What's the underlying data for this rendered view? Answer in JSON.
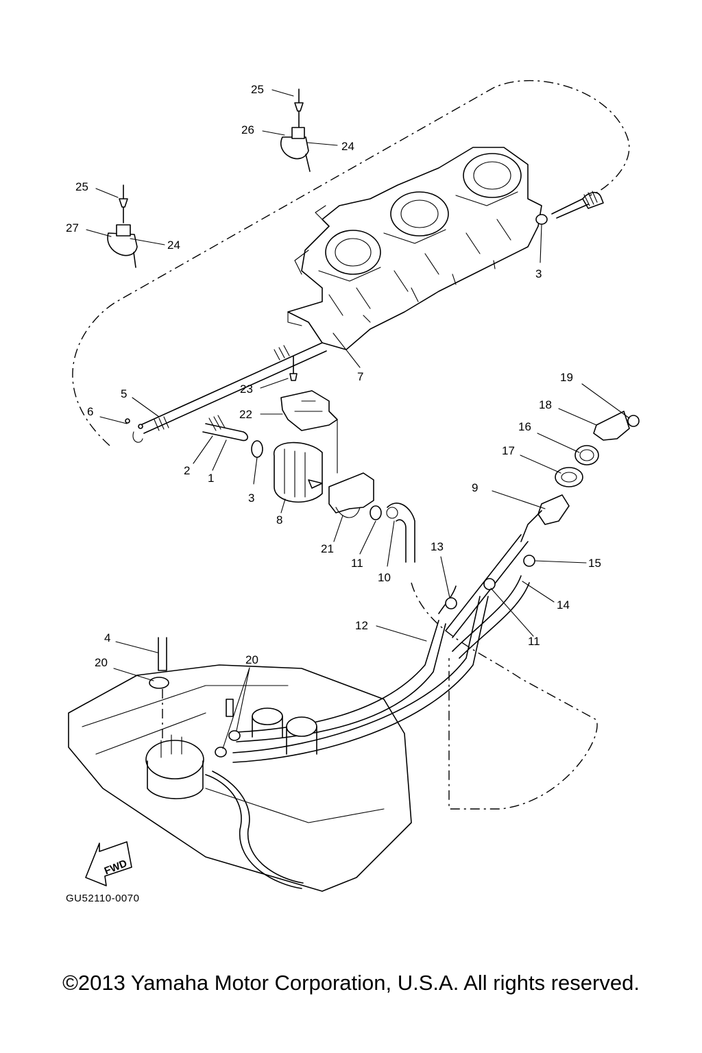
{
  "callouts": [
    "25",
    "26",
    "24",
    "25",
    "27",
    "24",
    "3",
    "7",
    "23",
    "19",
    "5",
    "6",
    "22",
    "18",
    "16",
    "17",
    "2",
    "1",
    "3",
    "9",
    "8",
    "21",
    "11",
    "10",
    "13",
    "15",
    "14",
    "12",
    "11",
    "4",
    "20",
    "20"
  ],
  "drawing_code": "GU52110-0070",
  "fwd_label": "FWD",
  "copyright": "©2013 Yamaha Motor Corporation, U.S.A. All rights reserved."
}
